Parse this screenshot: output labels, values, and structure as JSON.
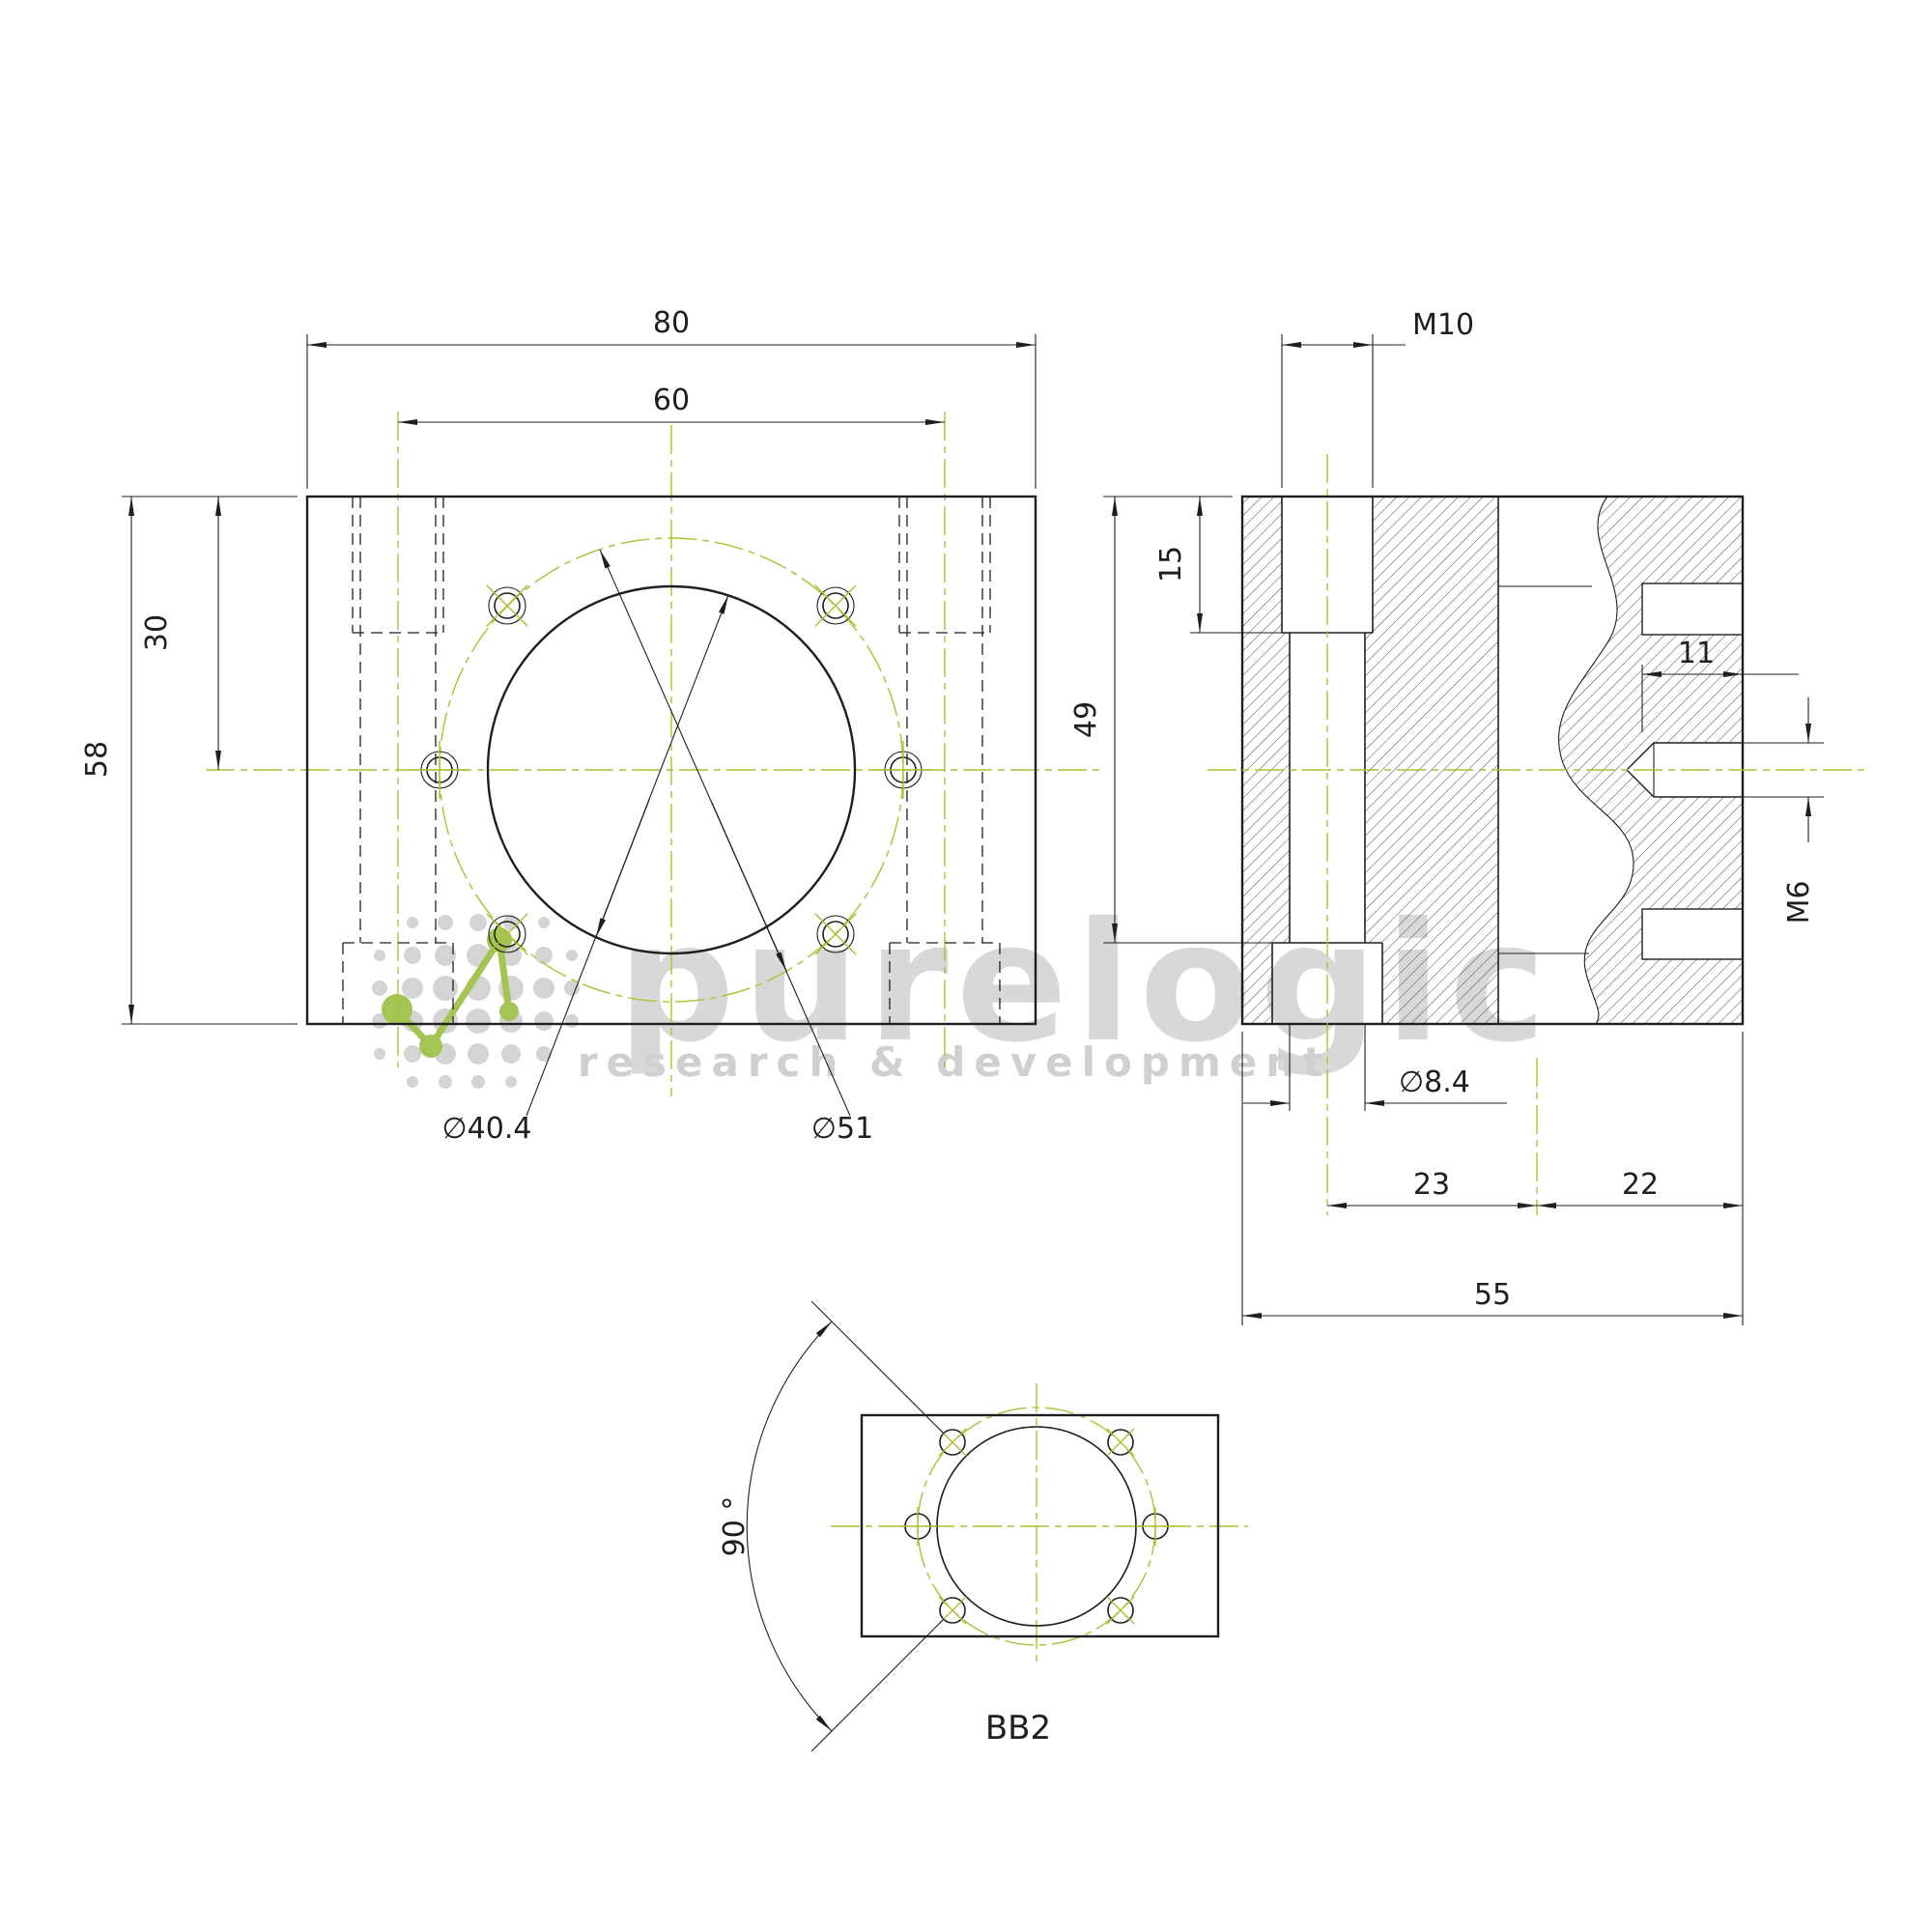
{
  "colors": {
    "line": "#1f1f1f",
    "centerline_green": "#b2bd33",
    "watermark_gray": "#d8d8d8",
    "logo_green": "#a4c454",
    "background": "#ffffff"
  },
  "watermark": {
    "brand": "purelogic",
    "tagline": "research & development"
  },
  "front_view": {
    "dim_width": "80",
    "dim_bolt_spacing": "60",
    "dim_height": "58",
    "dim_center_offset": "30",
    "dim_bore_diameter": "∅40.4",
    "dim_bolt_circle_diameter": "∅51"
  },
  "side_view": {
    "dim_top_thread": "M10",
    "dim_thread_depth": "15",
    "dim_height": "49",
    "dim_side_hole_depth": "11",
    "dim_side_thread": "M6",
    "dim_through_hole": "∅8.4",
    "dim_hole_offset": "23",
    "dim_right_offset": "22",
    "dim_total_depth": "55"
  },
  "bottom_view": {
    "dim_hole_angle": "90 °",
    "part_label": "BB2"
  }
}
